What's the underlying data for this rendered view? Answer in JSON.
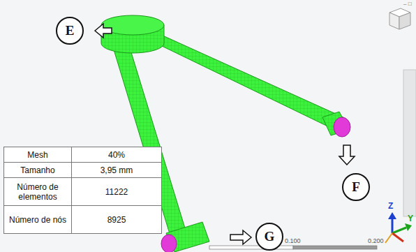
{
  "diagram": {
    "nodes": [
      {
        "text": [
          "E"
        ]
      },
      {
        "text": [
          "F"
        ]
      },
      {
        "text": [
          "G"
        ]
      }
    ],
    "labels": [
      "Mesh",
      "40%",
      "Tamanho",
      "3,95 mm",
      "Número de elementos",
      "11222",
      "Número de nós",
      "8925",
      "Z",
      "Y",
      "0.100",
      "0.200"
    ]
  }
}
